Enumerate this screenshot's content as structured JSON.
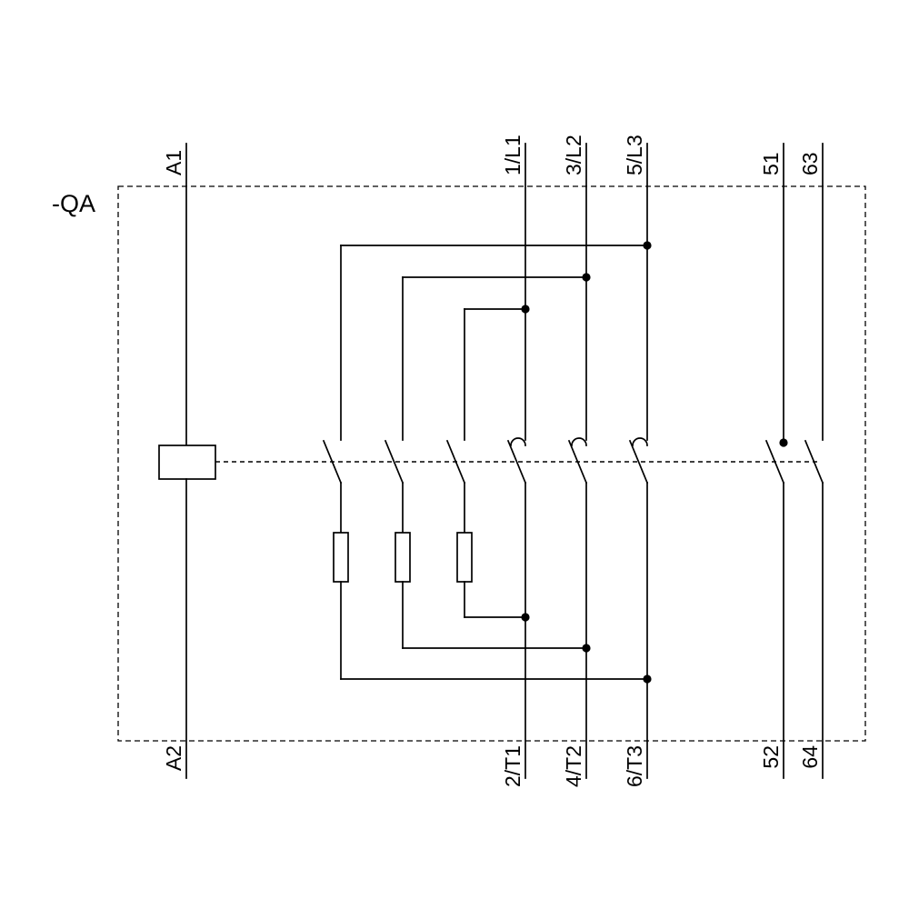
{
  "device": {
    "tag": "-QA"
  },
  "terminals": {
    "coil": {
      "top": "A1",
      "bottom": "A2"
    },
    "main_top": [
      "1/L1",
      "3/L2",
      "5/L3"
    ],
    "main_bottom": [
      "2/T1",
      "4/T2",
      "6/T3"
    ],
    "aux_top": [
      "51",
      "63"
    ],
    "aux_bottom": [
      "52",
      "64"
    ]
  },
  "colors": {
    "stroke": "#000000",
    "background": "#ffffff"
  }
}
